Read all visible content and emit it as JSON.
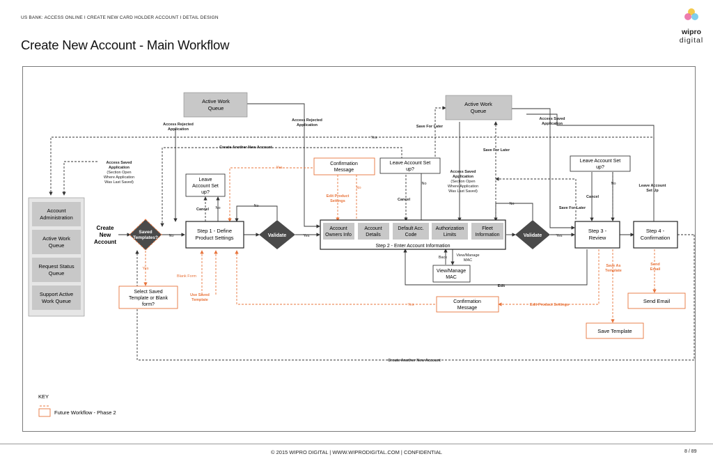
{
  "header": {
    "breadcrumb": "US BANK: ACCESS ONLINE   I   CREATE NEW CARD HOLDER ACCOUNT   I   DETAIL DESIGN",
    "title": "Create New Account - Main Workflow",
    "logo_top": "wipro",
    "logo_bottom": "digital"
  },
  "colors": {
    "accent": "#e8743b",
    "grey_box": "#c8c8c8",
    "diamond": "#4a4a4a",
    "line": "#333333"
  },
  "diagram": {
    "active_work_queue_1": [
      "Active Work",
      "Queue"
    ],
    "active_work_queue_2": [
      "Active Work",
      "Queue"
    ],
    "sidebar": [
      [
        "Account",
        "Administration"
      ],
      [
        "Active Work",
        "Queue"
      ],
      [
        "Request Status",
        "Queue"
      ],
      [
        "Support Active",
        "Work Queue"
      ]
    ],
    "create_new_account": [
      "Create",
      "New",
      "Account"
    ],
    "saved_templates": [
      "Saved",
      "Templates?"
    ],
    "validate": "Validate",
    "step1": [
      "Step 1 - Define",
      "Product Settings"
    ],
    "step2_tabs": [
      [
        "Account",
        "Owners Info"
      ],
      [
        "Account",
        "Details"
      ],
      [
        "Default Acc.",
        "Code"
      ],
      [
        "Authorization",
        "Limits"
      ],
      [
        "Fleet",
        "Information"
      ]
    ],
    "step2_label": "Step 2 - Enter Account Information",
    "step3": [
      "Step 3 -",
      "Review"
    ],
    "step4": [
      "Step 4 -",
      "Confirmation"
    ],
    "leave_account_1": [
      "Leave",
      "Account Set",
      "up?"
    ],
    "leave_account_2": [
      "Leave Account Set",
      "up?"
    ],
    "leave_account_3": [
      "Leave Account Set",
      "up?"
    ],
    "confirmation_message_1": [
      "Confirmation",
      "Message"
    ],
    "confirmation_message_2": [
      "Confirmation",
      "Message"
    ],
    "select_saved": [
      "Select Saved",
      "Template or Blank",
      "form?"
    ],
    "view_manage_mac": [
      "View/Manage",
      "MAC"
    ],
    "send_email": "Send Email",
    "save_template": "Save Template",
    "labels": {
      "access_rejected_1": [
        "Access Rejected",
        "Application"
      ],
      "access_rejected_2": [
        "Access Rejected",
        "Application"
      ],
      "access_saved_1": [
        "Access Saved",
        "Application",
        "(Section Open",
        "Where Application",
        "Was Last Saved)"
      ],
      "access_saved_2": [
        "Access Saved",
        "Application",
        "(Section Open",
        "Where Application",
        "Was Last Saved)"
      ],
      "access_saved_3": [
        "Access Saved",
        "Application"
      ],
      "create_another_top": "Create Another New Account",
      "create_another_bottom": "Create Another New Account",
      "yes": "Yes",
      "no": "No",
      "cancel": "Cancel",
      "save_for_later": "Save For Later",
      "edit": "Edit",
      "back": "Back",
      "view_manage_label": [
        "View/Manage",
        "MAC"
      ],
      "edit_product_settings": [
        "Edit Product",
        "Settings"
      ],
      "edit_product_settings_2": "Edit Product Settings",
      "blank_form": "Blank Form",
      "use_saved_template": [
        "Use Saved",
        "Template"
      ],
      "save_as_template": [
        "Save As",
        "Template"
      ],
      "send_email_label": [
        "Send",
        "Email"
      ],
      "leave_account_setup": [
        "Leave Account",
        "Set Up"
      ]
    },
    "key_title": "KEY",
    "key_item": "Future Workflow - Phase 2"
  },
  "footer": {
    "text": "© 2015  WIPRO DIGITAL  |  WWW.WIPRODIGITAL.COM  |  CONFIDENTIAL",
    "page": "8  /  89"
  }
}
